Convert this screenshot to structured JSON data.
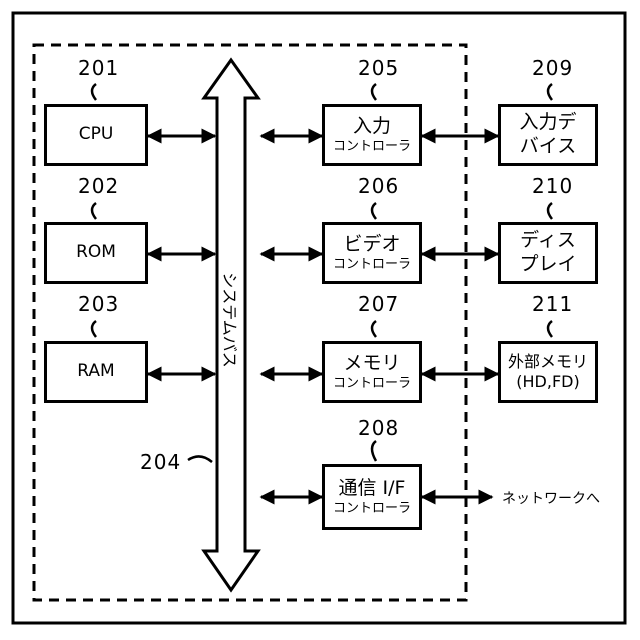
{
  "components": {
    "cpu": {
      "ref": "201",
      "label": "CPU"
    },
    "rom": {
      "ref": "202",
      "label": "ROM"
    },
    "ram": {
      "ref": "203",
      "label": "RAM"
    },
    "bus": {
      "ref": "204",
      "label": "システムバス"
    },
    "input_ctrl": {
      "ref": "205",
      "line1": "入力",
      "line2": "コントローラ"
    },
    "video_ctrl": {
      "ref": "206",
      "line1": "ビデオ",
      "line2": "コントローラ"
    },
    "memory_ctrl": {
      "ref": "207",
      "line1": "メモリ",
      "line2": "コントローラ"
    },
    "comm_ctrl": {
      "ref": "208",
      "line1": "通信 I/F",
      "line2": "コントローラ"
    },
    "input_device": {
      "ref": "209",
      "line1": "入力デ",
      "line2": "バイス"
    },
    "display": {
      "ref": "210",
      "line1": "ディス",
      "line2": "プレイ"
    },
    "ext_memory": {
      "ref": "211",
      "line1": "外部メモリ",
      "line2": "(HD,FD)"
    }
  },
  "network_label": "ネットワークへ"
}
